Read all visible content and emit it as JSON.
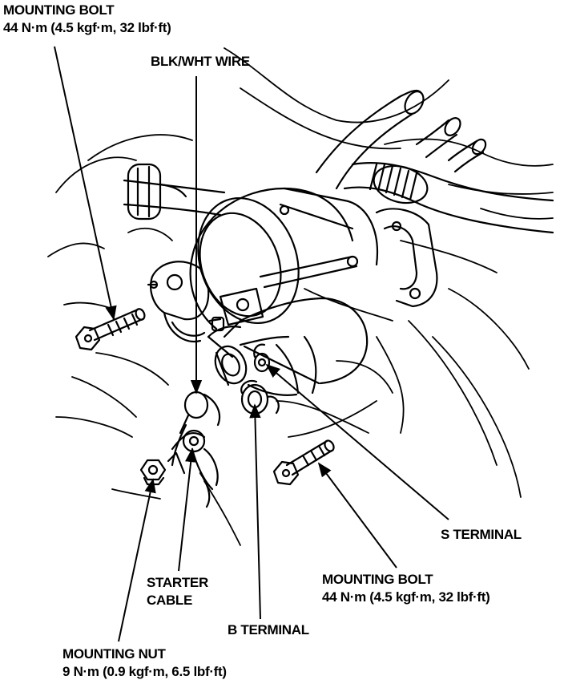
{
  "labels": {
    "mounting_bolt_top": {
      "name": "MOUNTING BOLT",
      "torque": "44 N·m (4.5 kgf·m, 32 lbf·ft)"
    },
    "blk_wht_wire": "BLK/WHT WIRE",
    "s_terminal": "S TERMINAL",
    "starter_cable": {
      "line1": "STARTER",
      "line2": "CABLE"
    },
    "mounting_bolt_right": {
      "name": "MOUNTING BOLT",
      "torque": "44 N·m (4.5 kgf·m, 32 lbf·ft)"
    },
    "b_terminal": "B TERMINAL",
    "mounting_nut": {
      "name": "MOUNTING NUT",
      "torque": "9 N·m (0.9 kgf·m, 6.5 lbf·ft)"
    }
  },
  "colors": {
    "ink": "#000000",
    "paper": "#ffffff"
  }
}
